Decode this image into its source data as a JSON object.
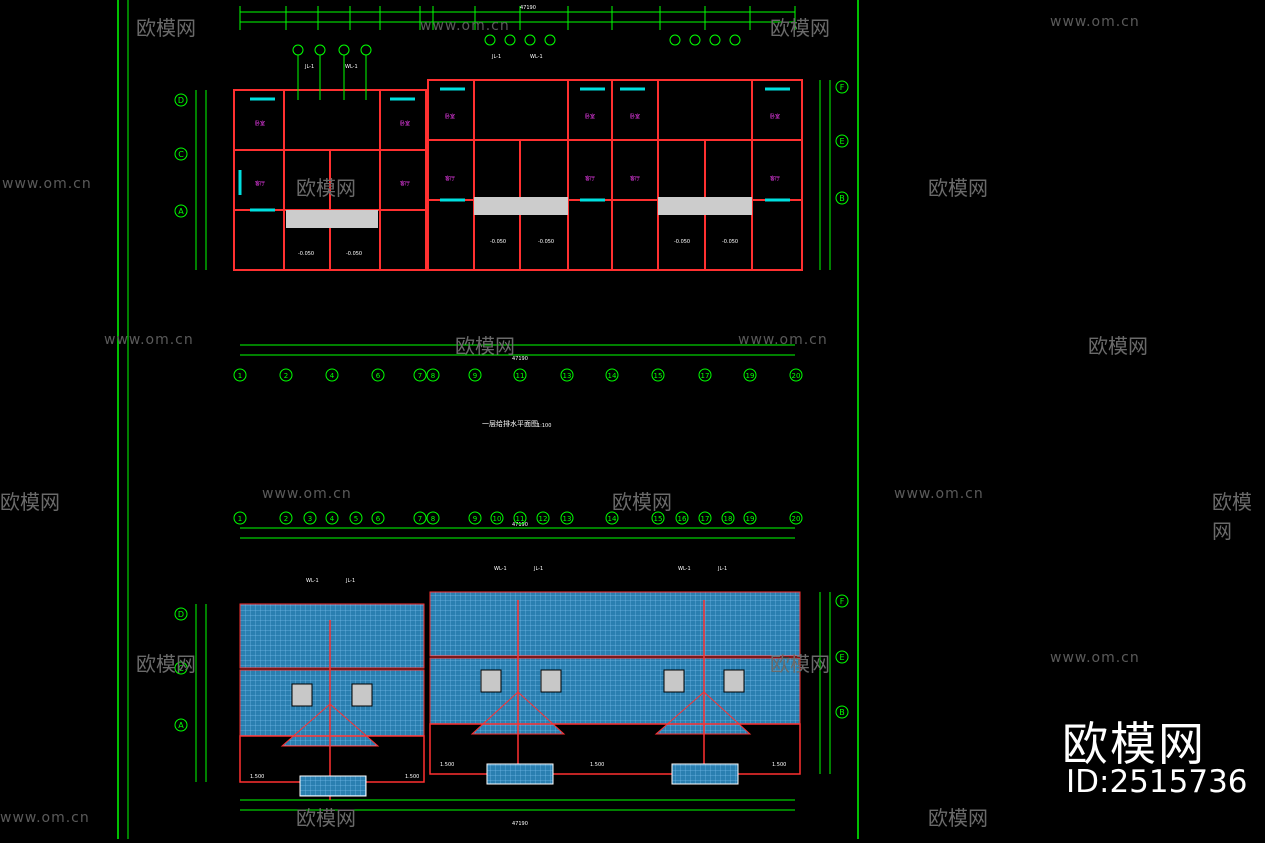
{
  "watermark": {
    "url": "www.om.cn",
    "brand": "欧模网",
    "id_label": "ID:2515736"
  },
  "top_plan": {
    "title": "一层给排水平面图",
    "scale": "1:100",
    "total_dimension": "47190",
    "axes_numbers": [
      "1",
      "2",
      "3",
      "4",
      "5",
      "6",
      "7",
      "8",
      "9",
      "10",
      "11",
      "12",
      "13",
      "14",
      "15",
      "16",
      "17",
      "18",
      "19",
      "20"
    ],
    "axes_letters_left": [
      "D",
      "C",
      "A"
    ],
    "axes_letters_right": [
      "F",
      "E",
      "B"
    ],
    "level_labels": [
      "-0.050",
      "-0.050",
      "-0.050",
      "-0.050",
      "-0.050",
      "-0.050"
    ],
    "riser_labels": [
      "JL-1",
      "WL-1",
      "JL-1",
      "WL-1"
    ]
  },
  "bottom_plan": {
    "total_dimension": "47190",
    "riser_labels": [
      "WL-1",
      "JL-1",
      "WL-1",
      "JL-1",
      "WL-1",
      "JL-1"
    ],
    "level_labels": [
      "1.500",
      "1.500",
      "1.500",
      "1.500",
      "1.500"
    ],
    "axes_letters_left": [
      "D",
      "C",
      "A"
    ],
    "axes_letters_right": [
      "F",
      "E",
      "B"
    ]
  },
  "colors": {
    "background": "#000000",
    "frame": "#00ff00",
    "wall": "#ff3030",
    "roof": "#2a7fb0",
    "accent_cyan": "#00e0e0",
    "accent_magenta": "#ff40ff",
    "watermark": "#5a5a5a"
  }
}
